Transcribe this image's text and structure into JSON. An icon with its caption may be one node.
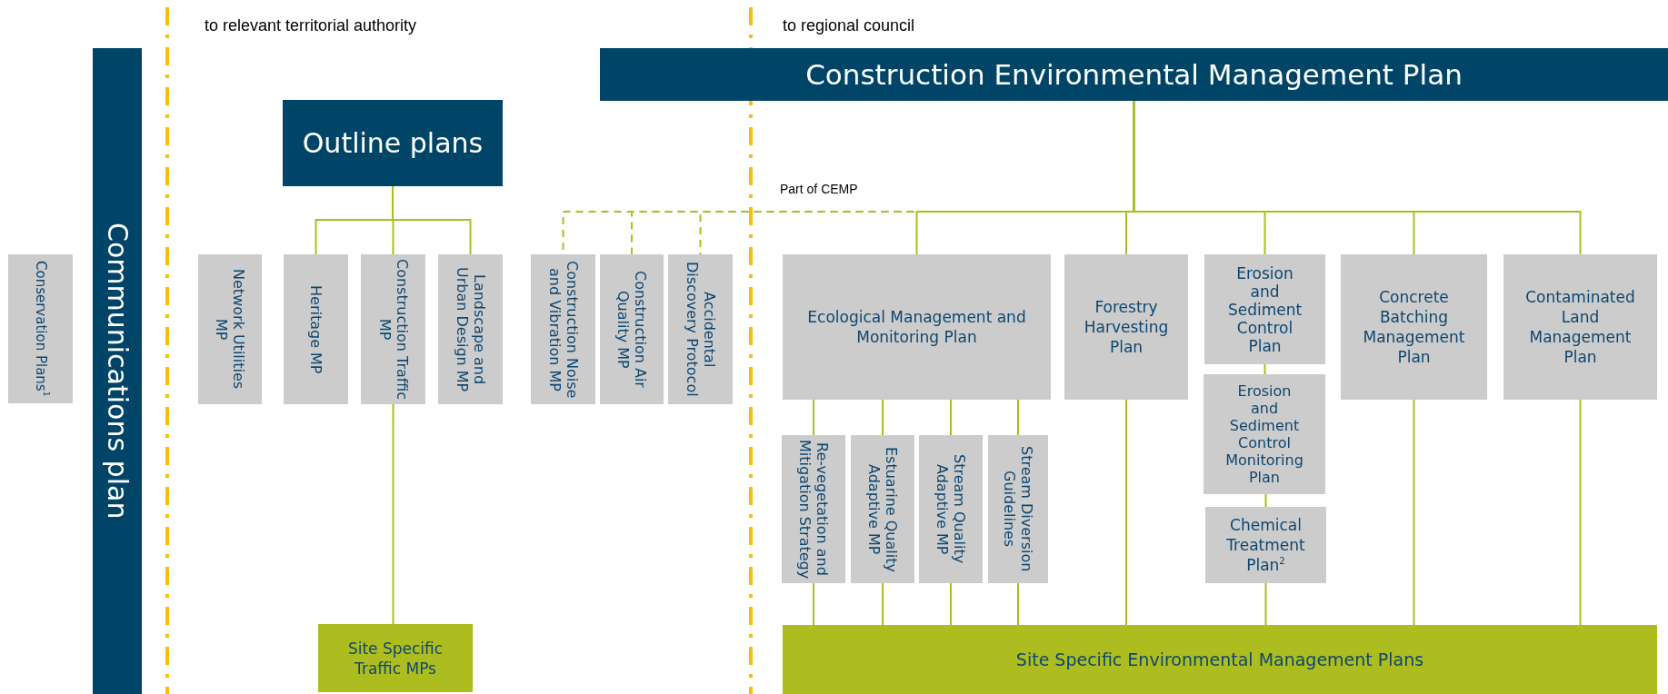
{
  "diagram": {
    "nodes": [
      {
        "text": [
          "Communications plan"
        ]
      },
      {
        "text": [
          "Conservation Plans$^{1}$"
        ]
      },
      {
        "text": [
          "Outline plans"
        ]
      },
      {
        "text": [
          "Construction Environmental Management Plan"
        ]
      },
      {
        "text": [
          "Network Utilities MP"
        ]
      },
      {
        "text": [
          "Heritage MP"
        ]
      },
      {
        "text": [
          "Construction Traffic MP"
        ]
      },
      {
        "text": [
          "Landscape and Urban Design MP"
        ]
      },
      {
        "text": [
          "Construction Noise and Vibration MP"
        ]
      },
      {
        "text": [
          "Construction Air Quality MP"
        ]
      },
      {
        "text": [
          "Accidental Discovery Protocol"
        ]
      },
      {
        "text": [
          "Ecological Management and Monitoring Plan"
        ]
      },
      {
        "text": [
          "Forestry Harvesting Plan"
        ]
      },
      {
        "text": [
          "Erosion and Sediment Control Plan"
        ]
      },
      {
        "text": [
          "Concrete Batching Management Plan"
        ]
      },
      {
        "text": [
          "Contaminated Land Management Plan"
        ]
      },
      {
        "text": [
          "Re-vegetation and Mitigation Strategy"
        ]
      },
      {
        "text": [
          "Estuarine Quality Adaptive MP"
        ]
      },
      {
        "text": [
          "Stream Quality Adaptive MP"
        ]
      },
      {
        "text": [
          "Stream Diversion Guidelines"
        ]
      },
      {
        "text": [
          "Erosion and Sediment Control Monitoring Plan"
        ]
      },
      {
        "text": [
          "Chemical Treatment Plan$^{2}$"
        ]
      },
      {
        "text": [
          "Site Specific Traffic MPs"
        ]
      },
      {
        "text": [
          "Site Specific Environmental Management Plans"
        ]
      }
    ],
    "edges": [
      {
        "from": 2,
        "to": 5,
        "arrow": "none"
      },
      {
        "from": 2,
        "to": 6,
        "arrow": "none"
      },
      {
        "from": 2,
        "to": 7,
        "arrow": "none"
      },
      {
        "from": 6,
        "to": 22,
        "arrow": "none"
      },
      {
        "from": 3,
        "to": 8,
        "arrow": "none",
        "style": "dashed"
      },
      {
        "from": 3,
        "to": 9,
        "arrow": "none",
        "style": "dashed"
      },
      {
        "from": 3,
        "to": 10,
        "arrow": "none",
        "style": "dashed"
      },
      {
        "from": 3,
        "to": 11,
        "arrow": "none"
      },
      {
        "from": 3,
        "to": 12,
        "arrow": "none"
      },
      {
        "from": 3,
        "to": 13,
        "arrow": "none"
      },
      {
        "from": 3,
        "to": 14,
        "arrow": "none"
      },
      {
        "from": 3,
        "to": 15,
        "arrow": "none"
      },
      {
        "from": 11,
        "to": 16,
        "arrow": "none"
      },
      {
        "from": 11,
        "to": 17,
        "arrow": "none"
      },
      {
        "from": 11,
        "to": 18,
        "arrow": "none"
      },
      {
        "from": 11,
        "to": 19,
        "arrow": "none"
      },
      {
        "from": 13,
        "to": 20,
        "arrow": "none"
      },
      {
        "from": 20,
        "to": 21,
        "arrow": "none"
      },
      {
        "from": 16,
        "to": 23,
        "arrow": "none"
      },
      {
        "from": 17,
        "to": 23,
        "arrow": "none"
      },
      {
        "from": 18,
        "to": 23,
        "arrow": "none"
      },
      {
        "from": 19,
        "to": 23,
        "arrow": "none"
      },
      {
        "from": 12,
        "to": 23,
        "arrow": "none"
      },
      {
        "from": 21,
        "to": 23,
        "arrow": "none"
      },
      {
        "from": 14,
        "to": 23,
        "arrow": "none"
      },
      {
        "from": 15,
        "to": 23,
        "arrow": "none"
      }
    ],
    "labels": [
      "to relevant territorial authority",
      "to regional council",
      "Part of CEMP"
    ]
  }
}
